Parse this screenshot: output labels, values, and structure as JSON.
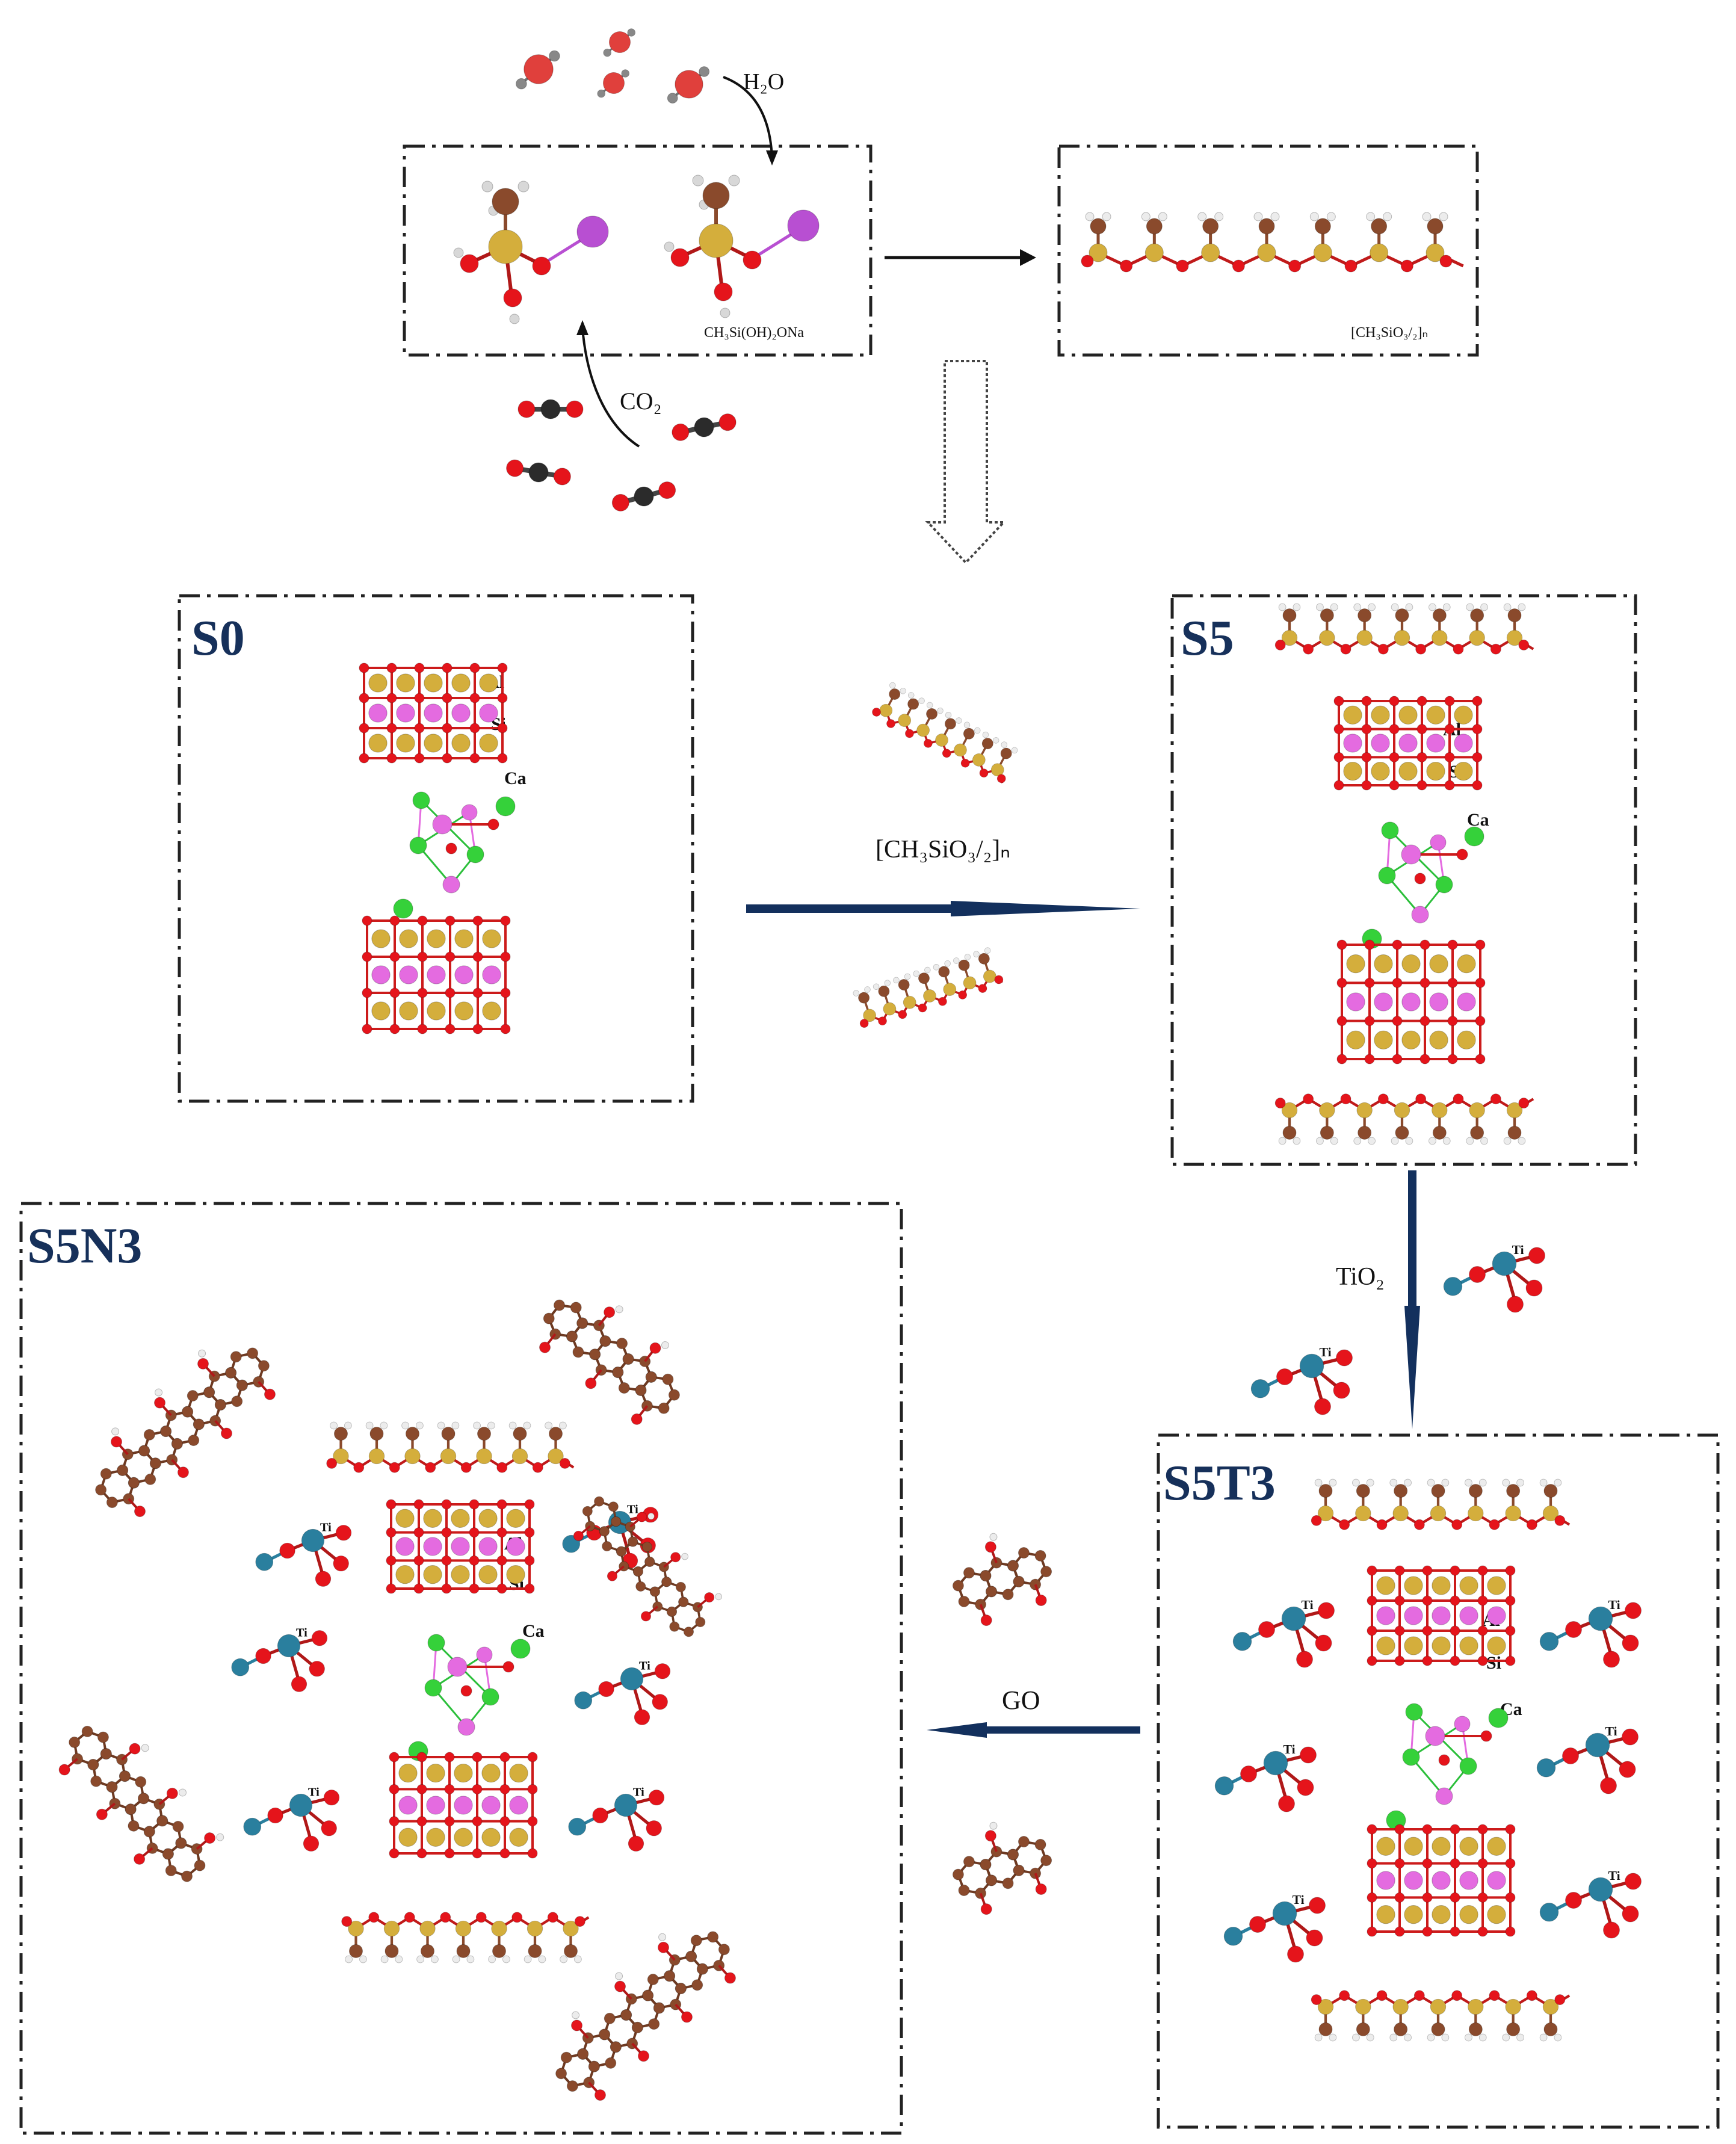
{
  "colors": {
    "oxygen": "#e5141b",
    "hydrogen": "#ececec",
    "carbon": "#8a4a2c",
    "silicon": "#d4ae3c",
    "aluminium": "#e46be0",
    "calcium": "#35d13a",
    "sodium": "#b84fd2",
    "titanium": "#2a7f9e",
    "carbon_dark": "#2b2b2b",
    "arrow_main": "#13305d",
    "title": "#16305a"
  },
  "top": {
    "water_label": "H₂O",
    "co2_label": "CO₂",
    "monomer_label": "CH₃Si(OH)₂ONa",
    "polymer_label": "[CH₃SiO₃/₂]ₙ"
  },
  "panels": {
    "s0": {
      "title": "S0",
      "al": "Al",
      "si": "Si",
      "ca": "Ca"
    },
    "s5": {
      "title": "S5",
      "al": "Al",
      "si": "Si",
      "ca": "Ca"
    },
    "s5t3": {
      "title": "S5T3",
      "al": "Al",
      "si": "Si",
      "ca": "Ca"
    },
    "s5n3": {
      "title": "S5N3",
      "al": "Al",
      "si": "Si",
      "ca": "Ca"
    }
  },
  "arrows": {
    "s0_to_s5": "[CH₃SiO₃/₂]ₙ",
    "s5_to_s5t3": "TiO₂",
    "s5t3_to_s5n3": "GO"
  },
  "ti_symbol": "Ti"
}
